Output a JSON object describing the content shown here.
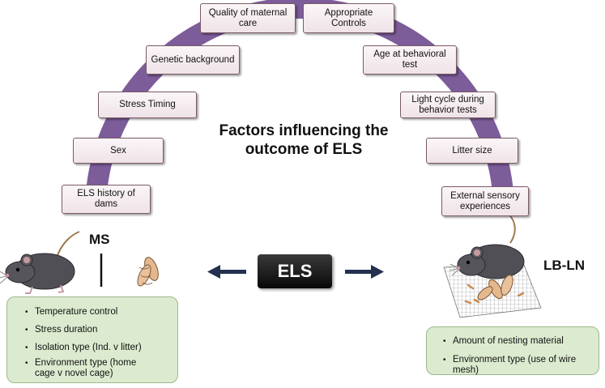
{
  "title_line1": "Factors influencing the",
  "title_line2": "outcome of ELS",
  "factors": [
    "ELS history of dams",
    "Sex",
    "Stress Timing",
    "Genetic background",
    "Quality of maternal care",
    "Appropriate Controls",
    "Age at behavioral test",
    "Light cycle during behavior tests",
    "Litter size",
    "External sensory experiences"
  ],
  "center_label": "ELS",
  "left_model": "MS",
  "right_model": "LB-LN",
  "ms_items": [
    "Temperature control",
    "Stress duration",
    "Isolation type (Ind. v litter)",
    "Environment type (home cage v novel cage)"
  ],
  "lbln_items": [
    "Amount of nesting material",
    "Environment type (use of wire mesh)"
  ],
  "colors": {
    "arch": "#7d5c9a",
    "factor_fill": "#f3e9ed",
    "factor_border": "#7a5a66",
    "detail_fill": "#dcebcf",
    "els_box": "#111111",
    "arrow": "#23304f"
  },
  "icons": {
    "left_arrow": "left-arrow-icon",
    "right_arrow": "right-arrow-icon",
    "mouse": "mouse-icon",
    "pups": "pups-icon",
    "wire_mesh": "wire-mesh-icon"
  }
}
